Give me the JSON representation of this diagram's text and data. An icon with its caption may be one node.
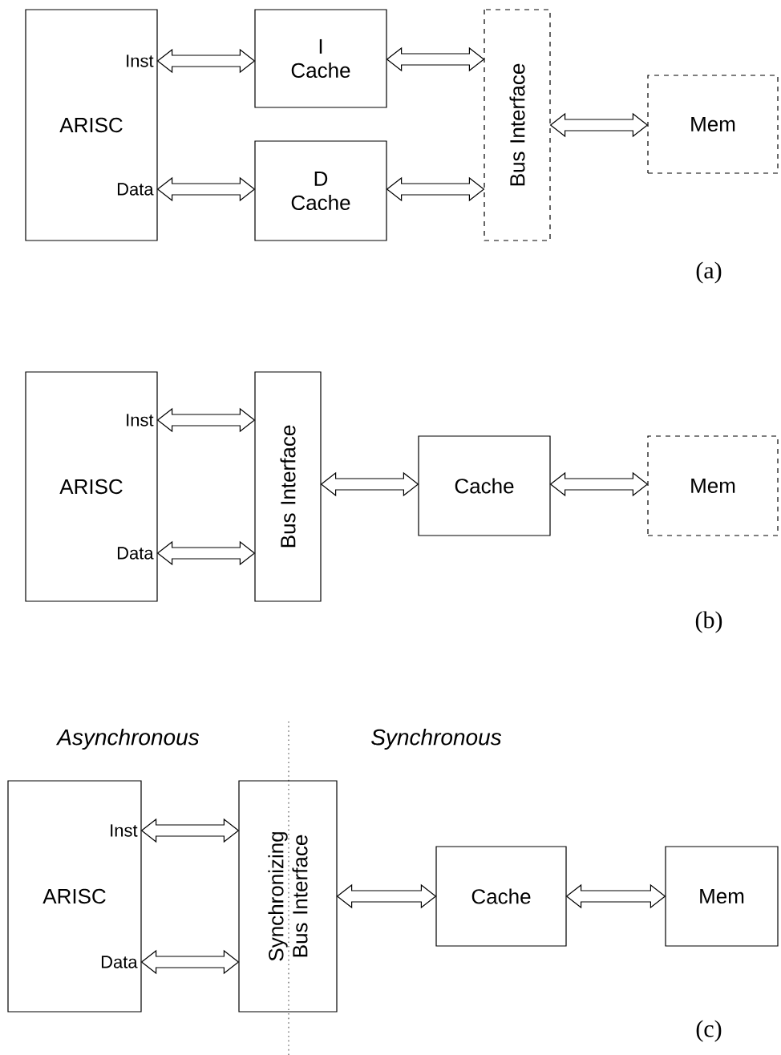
{
  "diagram": {
    "nodes": [
      {
        "text": [
          "Inst",
          "ARISC",
          "Data"
        ]
      },
      {
        "text": [
          "I Cache"
        ]
      },
      {
        "text": [
          "D Cache"
        ]
      },
      {
        "text": [
          "Bus Interface"
        ]
      },
      {
        "text": [
          "Mem"
        ]
      },
      {
        "text": [
          "Inst",
          "ARISC",
          "Data"
        ]
      },
      {
        "text": [
          "Bus Interface"
        ]
      },
      {
        "text": [
          "Cache"
        ]
      },
      {
        "text": [
          "Mem"
        ]
      },
      {
        "text": [
          "Inst",
          "ARISC",
          "Data"
        ]
      },
      {
        "text": [
          "Synchronizing Bus Interface"
        ]
      },
      {
        "text": [
          "Cache"
        ]
      },
      {
        "text": [
          "Mem"
        ]
      }
    ],
    "edges": [
      {
        "from": 0,
        "to": 1,
        "arrow": "both"
      },
      {
        "from": 0,
        "to": 2,
        "arrow": "both"
      },
      {
        "from": 1,
        "to": 3,
        "arrow": "both"
      },
      {
        "from": 2,
        "to": 3,
        "arrow": "both"
      },
      {
        "from": 3,
        "to": 4,
        "arrow": "both"
      },
      {
        "from": 5,
        "to": 6,
        "arrow": "both"
      },
      {
        "from": 5,
        "to": 6,
        "arrow": "both"
      },
      {
        "from": 6,
        "to": 7,
        "arrow": "both"
      },
      {
        "from": 7,
        "to": 8,
        "arrow": "both"
      },
      {
        "from": 9,
        "to": 10,
        "arrow": "both"
      },
      {
        "from": 9,
        "to": 10,
        "arrow": "both"
      },
      {
        "from": 10,
        "to": 11,
        "arrow": "both"
      },
      {
        "from": 11,
        "to": 12,
        "arrow": "both"
      }
    ],
    "labels": [
      "(a)",
      "(b)",
      "Asynchronous",
      "Synchronous",
      "(c)"
    ]
  }
}
